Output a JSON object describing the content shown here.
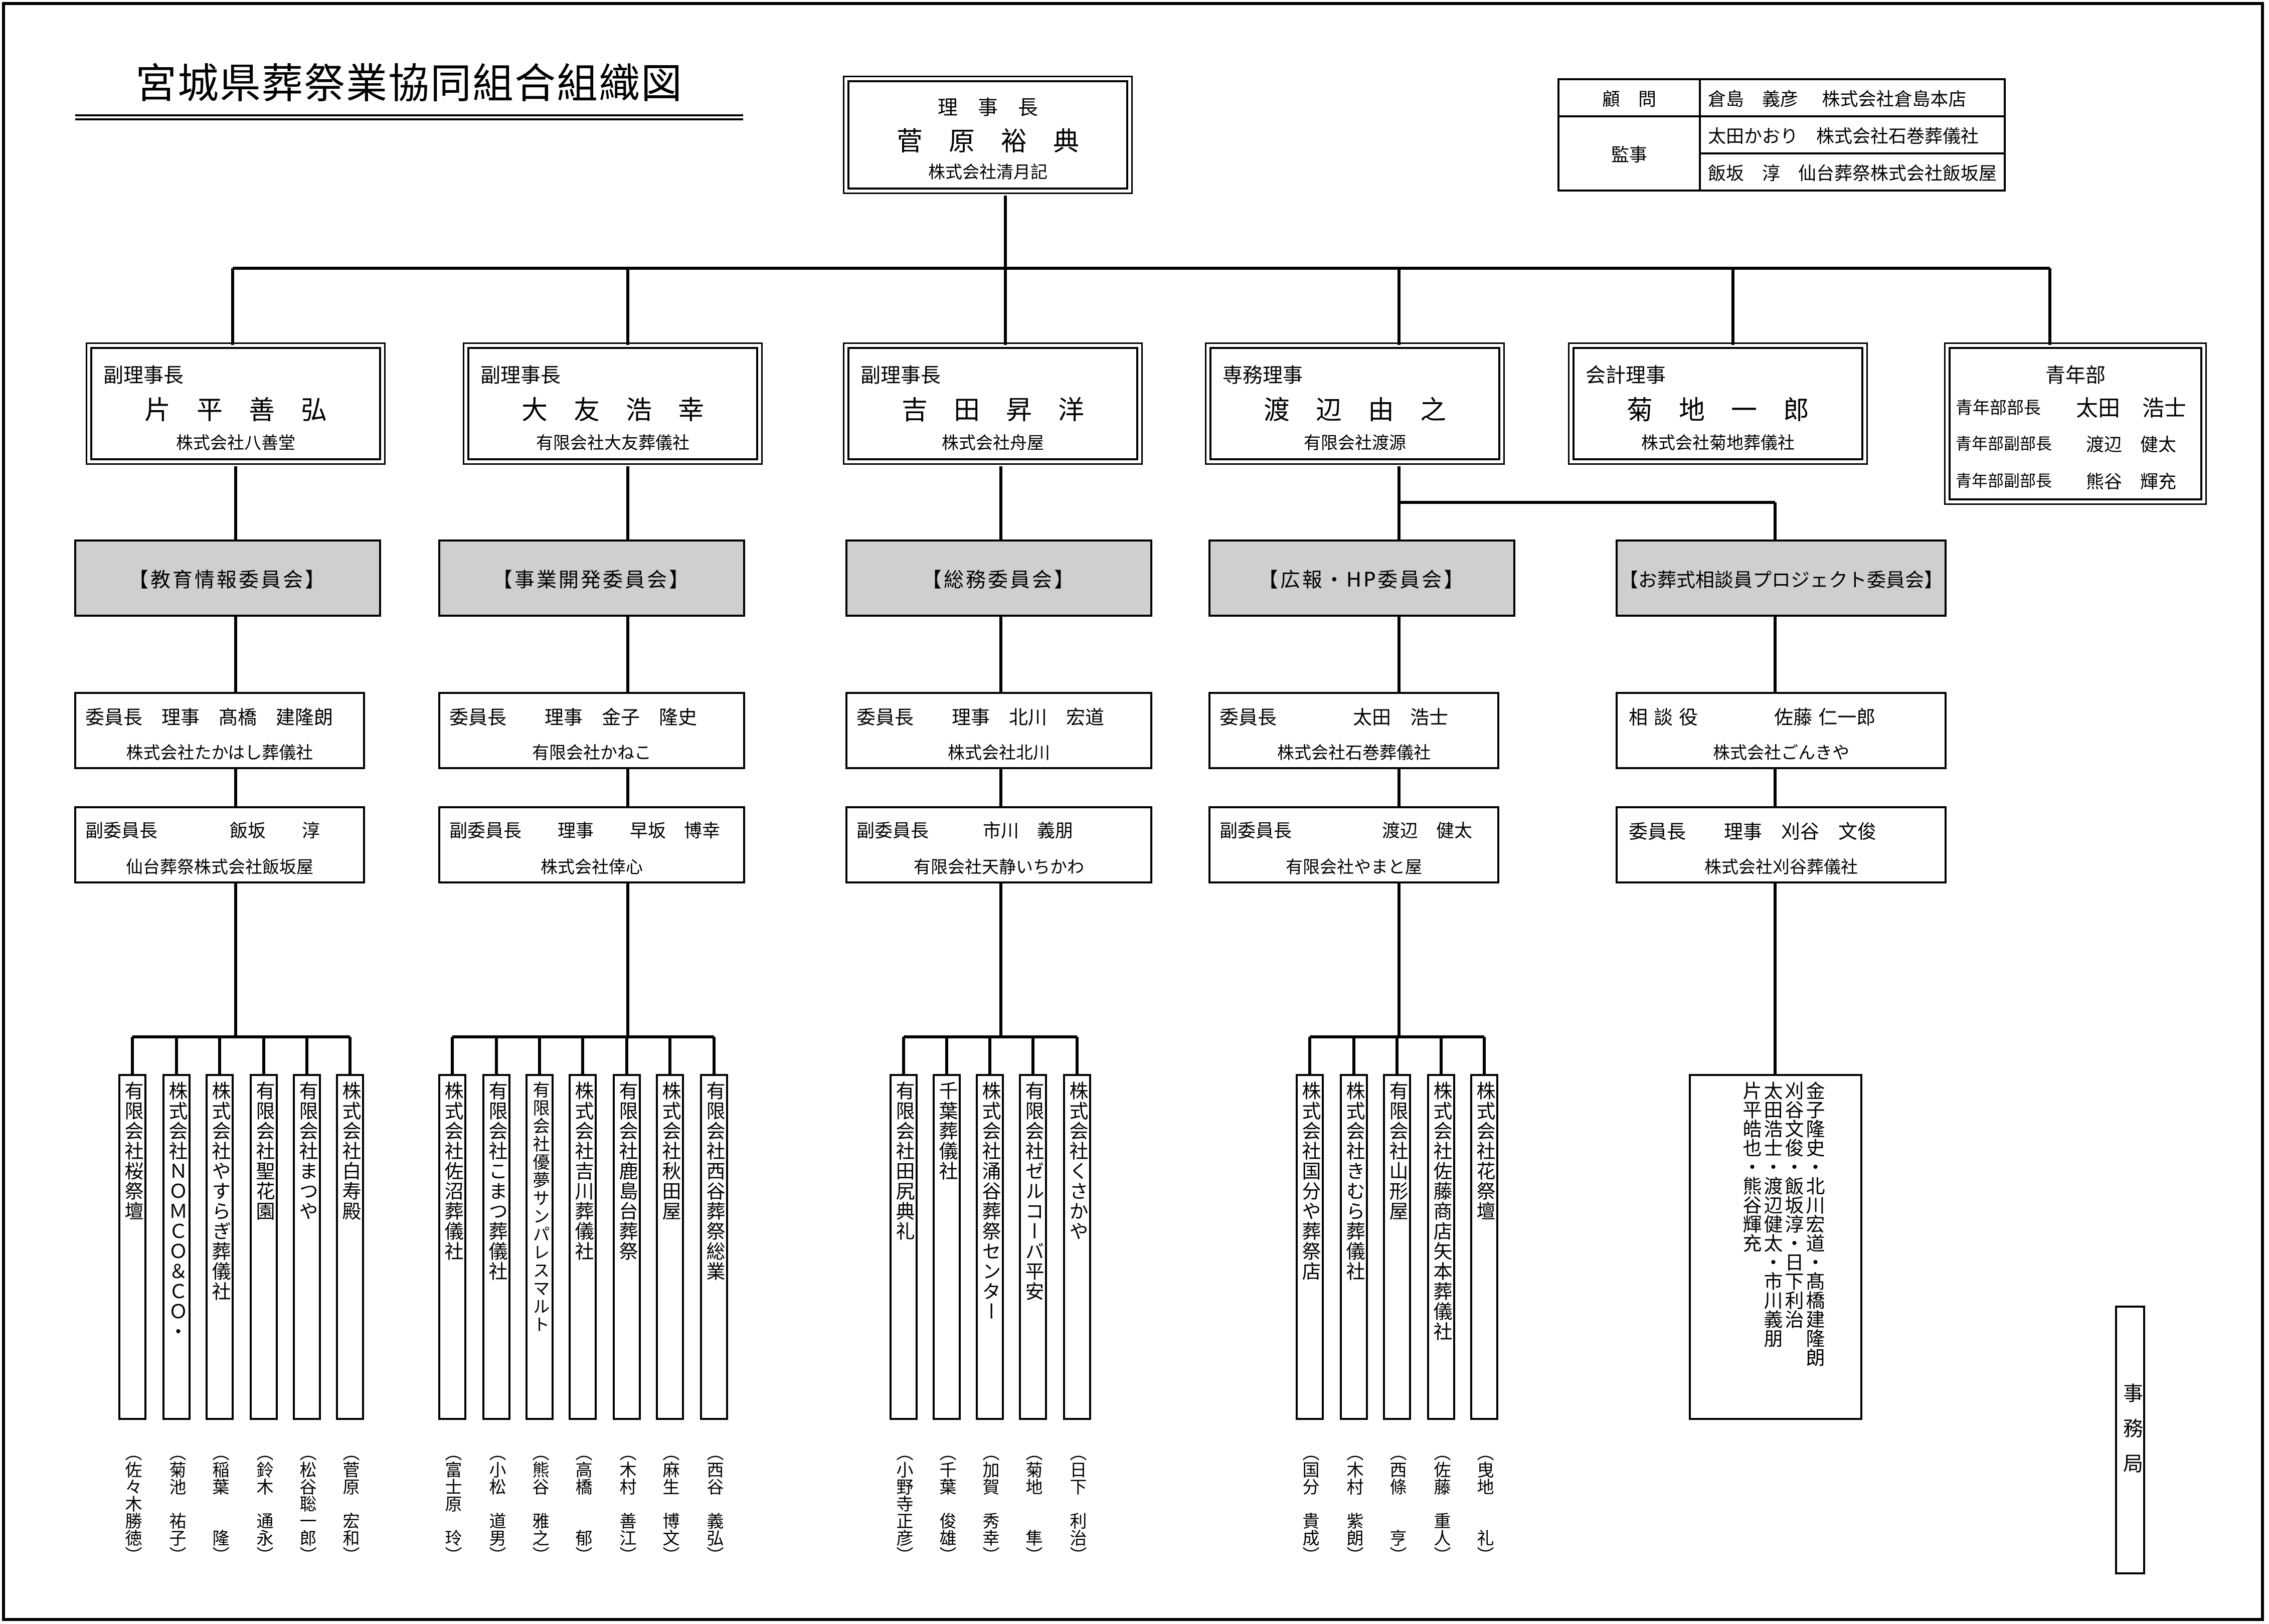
{
  "title": "宮城県葬祭業協同組合組織図",
  "advisors": {
    "advisor_label": "顧　問",
    "advisor": "倉島　義彦　 株式会社倉島本店",
    "auditor_label": "監事",
    "auditors": [
      "太田かおり　株式会社石巻葬儀社",
      "飯坂　淳　仙台葬祭株式会社飯坂屋"
    ]
  },
  "chairman": {
    "role": "理　事　長",
    "name": "菅　原　裕　典",
    "company": "株式会社清月記"
  },
  "officers": [
    {
      "role": "副理事長",
      "name": "片　平　善　弘",
      "company": "株式会社八善堂"
    },
    {
      "role": "副理事長",
      "name": "大　友　浩　幸",
      "company": "有限会社大友葬儀社"
    },
    {
      "role": "副理事長",
      "name": "吉　田　昇　洋",
      "company": "株式会社舟屋"
    },
    {
      "role": "専務理事",
      "name": "渡　辺　由　之",
      "company": "有限会社渡源"
    },
    {
      "role": "会計理事",
      "name": "菊　地　一　郎",
      "company": "株式会社菊地葬儀社"
    }
  ],
  "youth": {
    "title": "青年部",
    "rows": [
      {
        "role": "青年部部長",
        "name": "太田　浩士"
      },
      {
        "role": "青年部副部長",
        "name": "渡辺　健太"
      },
      {
        "role": "青年部副部長",
        "name": "熊谷　輝充"
      }
    ]
  },
  "committees": [
    {
      "name": "【教育情報委員会】",
      "chair": {
        "line": "委員長　理事　髙橋　建隆朗",
        "company": "株式会社たかはし葬儀社"
      },
      "vice": {
        "line": "副委員長　　　　飯坂　　淳",
        "company": "仙台葬祭株式会社飯坂屋"
      },
      "members": [
        {
          "company": "有限会社桜祭壇",
          "person": "（佐々木勝徳）"
        },
        {
          "company": "株式会社ＮＯＭＣＯ＆ＣＯ・",
          "person": "（菊池　祐子）"
        },
        {
          "company": "株式会社やすらぎ葬儀社",
          "person": "（稲葉　　隆）"
        },
        {
          "company": "有限会社聖花園",
          "person": "（鈴木　通永）"
        },
        {
          "company": "有限会社まつや",
          "person": "（松谷聡一郎）"
        },
        {
          "company": "株式会社白寿殿",
          "person": "（菅原　宏和）"
        }
      ]
    },
    {
      "name": "【事業開発委員会】",
      "chair": {
        "line": "委員長　　理事　金子　隆史",
        "company": "有限会社かねこ"
      },
      "vice": {
        "line": "副委員長　　理事　　早坂　博幸",
        "company": "株式会社倖心"
      },
      "members": [
        {
          "company": "株式会社佐沼葬儀社",
          "person": "（富士原　玲）"
        },
        {
          "company": "有限会社こまつ葬儀社",
          "person": "（小松　道男）"
        },
        {
          "company": "有限会社優夢サンパレスマルト",
          "person": "（熊谷　雅之）"
        },
        {
          "company": "株式会社吉川葬儀社",
          "person": "（高橋　　郁）"
        },
        {
          "company": "有限会社鹿島台葬祭",
          "person": "（木村　善江）"
        },
        {
          "company": "株式会社秋田屋",
          "person": "（麻生　博文）"
        },
        {
          "company": "有限会社西谷葬祭総業",
          "person": "（西谷　義弘）"
        }
      ]
    },
    {
      "name": "【総務委員会】",
      "chair": {
        "line": "委員長　　理事　北川　宏道",
        "company": "株式会社北川"
      },
      "vice": {
        "line": "副委員長　　　市川　義朋",
        "company": "有限会社天静いちかわ"
      },
      "members": [
        {
          "company": "有限会社田尻典礼",
          "person": "（小野寺正彦）"
        },
        {
          "company": "千葉葬儀社",
          "person": "（千葉　俊雄）"
        },
        {
          "company": "株式会社涌谷葬祭センター",
          "person": "（加賀　秀幸）"
        },
        {
          "company": "有限会社ゼルコーバ平安",
          "person": "（菊地　　隼）"
        },
        {
          "company": "株式会社くさかや",
          "person": "（日下　利治）"
        }
      ]
    },
    {
      "name": "【広報・HP委員会】",
      "chair": {
        "line": "委員長　　　　太田　浩士",
        "company": "株式会社石巻葬儀社"
      },
      "vice": {
        "line": "副委員長　　　　　渡辺　健太",
        "company": "有限会社やまと屋"
      },
      "members": [
        {
          "company": "株式会社国分や葬祭店",
          "person": "（国分　貴成）"
        },
        {
          "company": "株式会社きむら葬儀社",
          "person": "（木村　紫朗）"
        },
        {
          "company": "有限会社山形屋",
          "person": "（西條　　亨）"
        },
        {
          "company": "株式会社佐藤商店矢本葬儀社",
          "person": "（佐藤　重人）"
        },
        {
          "company": "株式会社花祭壇",
          "person": "（曳地　　礼）"
        }
      ]
    },
    {
      "name": "【お葬式相談員プロジェクト委員会】",
      "chair": {
        "line": "相 談 役　　　　佐藤 仁一郎",
        "company": "株式会社ごんきや"
      },
      "vice": {
        "line": "委員長　　理事　刈谷　文俊",
        "company": "株式会社刈谷葬儀社"
      },
      "members_columns": [
        "金子隆史・北川宏道・髙橋建隆朗",
        "刈谷文俊・飯坂淳・日下利治",
        "太田浩士・渡辺健太・市川義朋",
        "片平皓也・熊谷輝充"
      ]
    }
  ],
  "office": "事務局"
}
